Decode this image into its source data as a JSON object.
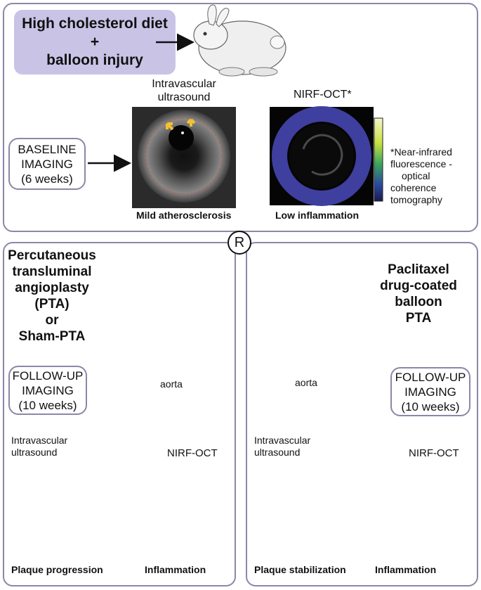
{
  "top": {
    "diet_line1": "High cholesterol diet",
    "diet_plus": "+",
    "diet_line2": "balloon injury",
    "ivus_title_1": "Intravascular",
    "ivus_title_2": "ultrasound",
    "nirf_title": "NIRF-OCT*",
    "baseline_1": "BASELINE",
    "baseline_2": "IMAGING",
    "baseline_3": "(6 weeks)",
    "mild_caption": "Mild atherosclerosis",
    "low_caption": "Low inflammation",
    "footnote_1": "*Near-infrared",
    "footnote_2": "fluorescence -",
    "footnote_3": "optical",
    "footnote_4": "coherence",
    "footnote_5": "tomography"
  },
  "randomize": "R",
  "left": {
    "title_1": "Percutaneous",
    "title_2": "transluminal",
    "title_3": "angioplasty",
    "title_4": "(PTA)",
    "title_5": "or",
    "title_6": "Sham-PTA",
    "aorta": "aorta",
    "followup_1": "FOLLOW-UP",
    "followup_2": "IMAGING",
    "followup_3": "(10 weeks)",
    "ivus_1": "Intravascular",
    "ivus_2": "ultrasound",
    "nirf": "NIRF-OCT",
    "caption_1": "Plaque progression",
    "caption_2": "Inflammation"
  },
  "right": {
    "title_1": "Paclitaxel",
    "title_2": "drug-coated",
    "title_3": "balloon",
    "title_4": "PTA",
    "aorta": "aorta",
    "followup_1": "FOLLOW-UP",
    "followup_2": "IMAGING",
    "followup_3": "(10 weeks)",
    "ivus_1": "Intravascular",
    "ivus_2": "ultrasound",
    "nirf": "NIRF-OCT",
    "caption_1": "Plaque stabilization",
    "caption_2": "Inflammation"
  },
  "colors": {
    "panel_border": "#8e86a8",
    "diet_fill": "#c9c4e6",
    "arrow_red": "#8b1a2b",
    "ivus_arrow": "#f2c230",
    "aorta": "#b5454b"
  }
}
